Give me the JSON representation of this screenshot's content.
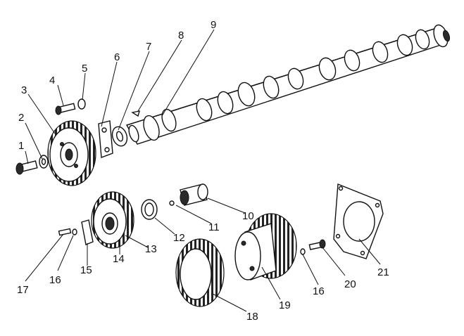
{
  "callouts": [
    "1",
    "2",
    "3",
    "4",
    "5",
    "6",
    "7",
    "8",
    "9",
    "10",
    "11",
    "12",
    "13",
    "14",
    "15",
    "16",
    "16",
    "17",
    "18",
    "19",
    "20",
    "21"
  ]
}
